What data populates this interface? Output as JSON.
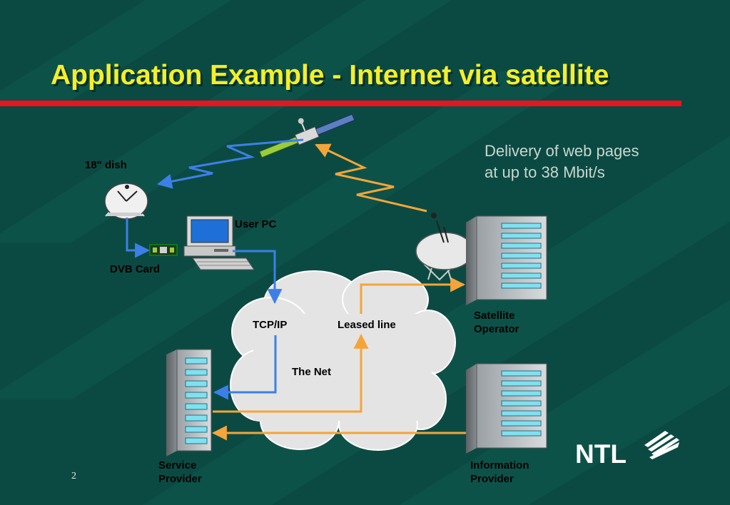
{
  "slide": {
    "title": "Application Example - Internet via satellite",
    "subtitle_line1": "Delivery of web pages",
    "subtitle_line2": "at up to 38 Mbit/s",
    "page_number": "2",
    "logo_text": "NTL"
  },
  "labels": {
    "dish": "18\" dish",
    "user_pc": "User PC",
    "dvb_card": "DVB Card",
    "tcp_ip": "TCP/IP",
    "leased_line": "Leased line",
    "the_net": "The Net",
    "satellite_operator_1": "Satellite",
    "satellite_operator_2": "Operator",
    "service_provider_1": "Service",
    "service_provider_2": "Provider",
    "information_provider_1": "Information",
    "information_provider_2": "Provider"
  },
  "colors": {
    "background": "#0b4a42",
    "title": "#f5ee2a",
    "subtitle": "#c9d6d0",
    "blue_link": "#3d7fe8",
    "orange_link": "#f4a53a",
    "rule_red": "#e8141e",
    "server_slot": "#7fe0f0"
  }
}
